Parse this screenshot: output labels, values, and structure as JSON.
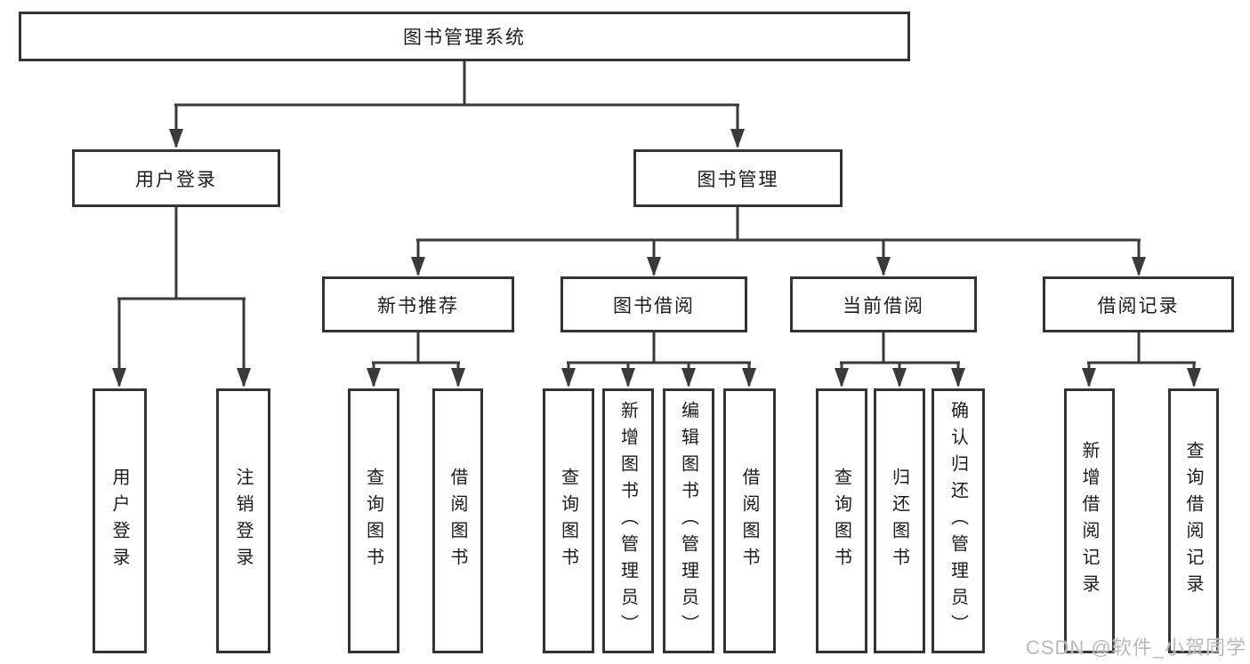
{
  "tree": {
    "label": "图书管理系统",
    "children": [
      {
        "label": "用户登录",
        "children": [
          {
            "label": "用户登录"
          },
          {
            "label": "注销登录"
          }
        ]
      },
      {
        "label": "图书管理",
        "children": [
          {
            "label": "新书推荐",
            "children": [
              {
                "label": "查询图书"
              },
              {
                "label": "借阅图书"
              }
            ]
          },
          {
            "label": "图书借阅",
            "children": [
              {
                "label": "查询图书"
              },
              {
                "label": "新增图书（管理员）"
              },
              {
                "label": "编辑图书（管理员）"
              },
              {
                "label": "借阅图书"
              }
            ]
          },
          {
            "label": "当前借阅",
            "children": [
              {
                "label": "查询图书"
              },
              {
                "label": "归还图书"
              },
              {
                "label": "确认归还（管理员）"
              }
            ]
          },
          {
            "label": "借阅记录",
            "children": [
              {
                "label": "新增借阅记录"
              },
              {
                "label": "查询借阅记录"
              }
            ]
          }
        ]
      }
    ]
  },
  "watermark": {
    "text": "CSDN @软件_小贺同学"
  },
  "colors": {
    "line": "#3a3a3a",
    "box_border": "#333333",
    "text": "#1c1c1c",
    "background": "#ffffff",
    "watermark": "#b9b9b9"
  }
}
